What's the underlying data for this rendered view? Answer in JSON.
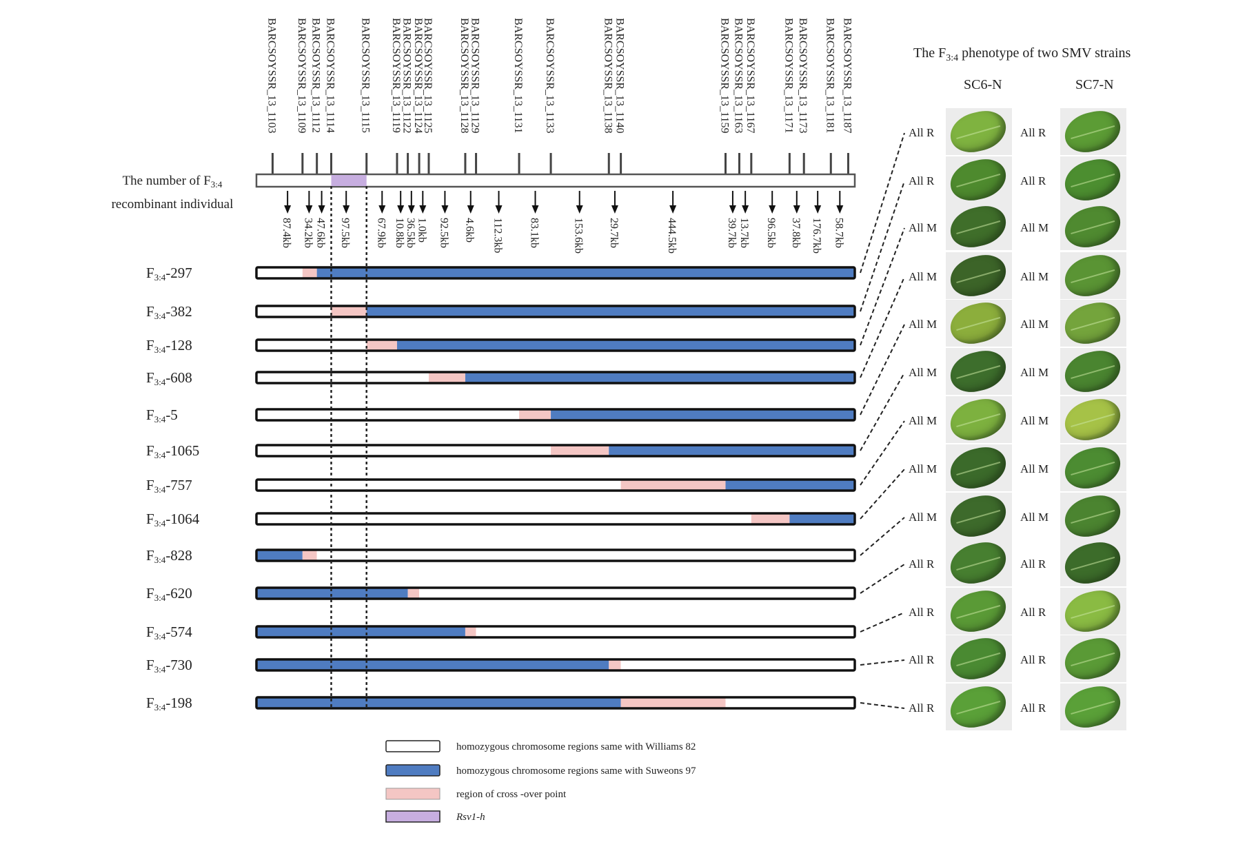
{
  "markers": [
    {
      "name": "BARCSOYSSR_13_1103",
      "pos": 0.027
    },
    {
      "name": "BARCSOYSSR_13_1109",
      "pos": 0.077
    },
    {
      "name": "BARCSOYSSR_13_1112",
      "pos": 0.101
    },
    {
      "name": "BARCSOYSSR_13_1114",
      "pos": 0.125
    },
    {
      "name": "BARCSOYSSR_13_1115",
      "pos": 0.184
    },
    {
      "name": "BARCSOYSSR_13_1119",
      "pos": 0.235
    },
    {
      "name": "BARCSOYSSR_13_1122",
      "pos": 0.253
    },
    {
      "name": "BARCSOYSSR_13_1124",
      "pos": 0.272
    },
    {
      "name": "BARCSOYSSR_13_1125",
      "pos": 0.288
    },
    {
      "name": "BARCSOYSSR_13_1128",
      "pos": 0.349
    },
    {
      "name": "BARCSOYSSR_13_1129",
      "pos": 0.367
    },
    {
      "name": "BARCSOYSSR_13_1131",
      "pos": 0.439
    },
    {
      "name": "BARCSOYSSR_13_1133",
      "pos": 0.492
    },
    {
      "name": "BARCSOYSSR_13_1138",
      "pos": 0.589
    },
    {
      "name": "BARCSOYSSR_13_1140",
      "pos": 0.609
    },
    {
      "name": "BARCSOYSSR_13_1159",
      "pos": 0.784
    },
    {
      "name": "BARCSOYSSR_13_1163",
      "pos": 0.807
    },
    {
      "name": "BARCSOYSSR_13_1167",
      "pos": 0.827
    },
    {
      "name": "BARCSOYSSR_13_1171",
      "pos": 0.891
    },
    {
      "name": "BARCSOYSSR_13_1173",
      "pos": 0.915
    },
    {
      "name": "BARCSOYSSR_13_1181",
      "pos": 0.96
    },
    {
      "name": "BARCSOYSSR_13_1187",
      "pos": 0.989
    }
  ],
  "rsv_interval": [
    0.125,
    0.184
  ],
  "intervals": [
    {
      "label": "87.4kb",
      "pos": 0.052
    },
    {
      "label": "34.2kb",
      "pos": 0.088
    },
    {
      "label": "47.6kb",
      "pos": 0.109
    },
    {
      "label": "97.5kb",
      "pos": 0.15
    },
    {
      "label": "67.9kb",
      "pos": 0.21
    },
    {
      "label": "10.8kb",
      "pos": 0.241
    },
    {
      "label": "36.5kb",
      "pos": 0.259
    },
    {
      "label": "1.0kb",
      "pos": 0.278
    },
    {
      "label": "92.5kb",
      "pos": 0.315
    },
    {
      "label": "4.6kb",
      "pos": 0.358
    },
    {
      "label": "112.3kb",
      "pos": 0.405
    },
    {
      "label": "83.1kb",
      "pos": 0.466
    },
    {
      "label": "153.6kb",
      "pos": 0.54
    },
    {
      "label": "29.7kb",
      "pos": 0.599
    },
    {
      "label": "444.5kb",
      "pos": 0.696
    },
    {
      "label": "39.7kb",
      "pos": 0.796
    },
    {
      "label": "13.7kb",
      "pos": 0.817
    },
    {
      "label": "96.5kb",
      "pos": 0.862
    },
    {
      "label": "37.8kb",
      "pos": 0.903
    },
    {
      "label": "176.7kb",
      "pos": 0.938
    },
    {
      "label": "58.7kb",
      "pos": 0.975
    }
  ],
  "title_line1": "The number of F",
  "title_sub": "3:4",
  "title_line2": "recombinant individual",
  "individuals": [
    {
      "id": "297",
      "left": "W",
      "pink": [
        0.077,
        0.101
      ],
      "right": "B"
    },
    {
      "id": "382",
      "left": "W",
      "pink": [
        0.125,
        0.184
      ],
      "right": "B"
    },
    {
      "id": "128",
      "left": "W",
      "pink": [
        0.184,
        0.235
      ],
      "right": "B"
    },
    {
      "id": "608",
      "left": "W",
      "pink": [
        0.288,
        0.349
      ],
      "right": "B"
    },
    {
      "id": "5",
      "left": "W",
      "pink": [
        0.439,
        0.492
      ],
      "right": "B"
    },
    {
      "id": "1065",
      "left": "W",
      "pink": [
        0.492,
        0.589
      ],
      "right": "B"
    },
    {
      "id": "757",
      "left": "W",
      "pink": [
        0.609,
        0.784
      ],
      "right": "B"
    },
    {
      "id": "1064",
      "left": "W",
      "pink": [
        0.827,
        0.891
      ],
      "right": "B"
    },
    {
      "id": "828",
      "left": "B",
      "pink": [
        0.077,
        0.101
      ],
      "right": "W"
    },
    {
      "id": "620",
      "left": "B",
      "pink": [
        0.253,
        0.272
      ],
      "right": "W"
    },
    {
      "id": "574",
      "left": "B",
      "pink": [
        0.349,
        0.367
      ],
      "right": "W"
    },
    {
      "id": "730",
      "left": "B",
      "pink": [
        0.589,
        0.609
      ],
      "right": "W"
    },
    {
      "id": "198",
      "left": "B",
      "pink": [
        0.609,
        0.784
      ],
      "right": "W"
    }
  ],
  "ind_prefix": "F",
  "ind_sub": "3:4",
  "phenotype_title": "The F",
  "phenotype_title_sub": "3:4",
  "phenotype_title_rest": " phenotype of two SMV strains",
  "strain1": "SC6-N",
  "strain2": "SC7-N",
  "phenotypes": [
    {
      "sc6": "All R",
      "sc7": "All R"
    },
    {
      "sc6": "All R",
      "sc7": "All  R"
    },
    {
      "sc6": "All M",
      "sc7": "All  M"
    },
    {
      "sc6": "All M",
      "sc7": "All M"
    },
    {
      "sc6": "All M",
      "sc7": "All  M"
    },
    {
      "sc6": "All  M",
      "sc7": "All M"
    },
    {
      "sc6": "All M",
      "sc7": "All  M"
    },
    {
      "sc6": "All M",
      "sc7": "All M"
    },
    {
      "sc6": "All M",
      "sc7": "All  M"
    },
    {
      "sc6": "All  R",
      "sc7": "All  R"
    },
    {
      "sc6": "All  R",
      "sc7": "All  R"
    },
    {
      "sc6": "All  R",
      "sc7": "All  R"
    },
    {
      "sc6": "All  R",
      "sc7": "All  R"
    }
  ],
  "leaf_colors": {
    "sc6": [
      "#7fb340",
      "#4e8a2e",
      "#3f6e2a",
      "#3c6428",
      "#8cae3c",
      "#3d6e2c",
      "#7db13f",
      "#3b6a2a",
      "#3d6a2b",
      "#477f30",
      "#5a9a36",
      "#4a8a32",
      "#5aa038"
    ],
    "sc7": [
      "#5c9c35",
      "#4c8e30",
      "#4f8a30",
      "#5a9434",
      "#74a43c",
      "#4a8530",
      "#a6c247",
      "#4c8c32",
      "#4b8430",
      "#3c6c2a",
      "#8abb43",
      "#5a9a36",
      "#5aa038"
    ]
  },
  "legend": {
    "white": "homozygous chromosome regions  same with  Williams 82",
    "blue": "homozygous chromosome regions  same with  Suweons 97",
    "pink": "region  of cross -over point",
    "purple": "Rsv1-h"
  },
  "colors": {
    "blue": "#4f7cc1",
    "pink": "#f4c6c4",
    "purple": "#c7aee0",
    "white": "#ffffff"
  }
}
